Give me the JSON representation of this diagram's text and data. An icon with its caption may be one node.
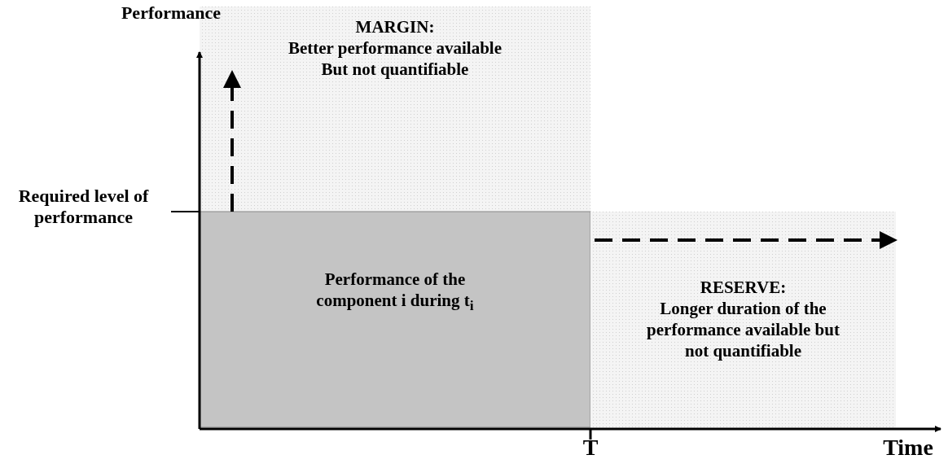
{
  "diagram": {
    "nodes": [
      {
        "text": [
          "MARGIN:",
          "Better performance available But not quantifiable"
        ]
      },
      {
        "text": [
          "Performance of the component i during t$_{i}$"
        ]
      },
      {
        "text": [
          "RESERVE:",
          "Longer duration of the performance available but not quantifiable"
        ]
      }
    ],
    "labels": [
      "Performance",
      "Required level of performance",
      "T",
      "Time"
    ]
  }
}
